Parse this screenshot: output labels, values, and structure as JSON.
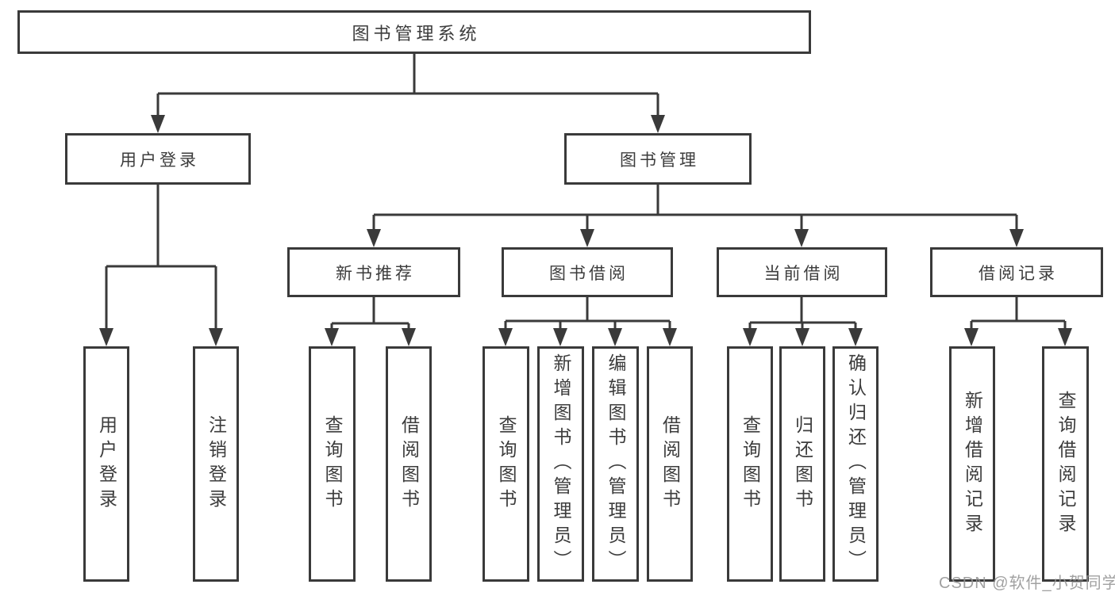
{
  "diagram": {
    "root": {
      "label": "图书管理系统"
    },
    "branches": [
      {
        "label": "用户登录",
        "children": [
          {
            "label": "用户登录"
          },
          {
            "label": "注销登录"
          }
        ]
      },
      {
        "label": "图书管理",
        "children": [
          {
            "label": "新书推荐",
            "children": [
              {
                "label": "查询图书"
              },
              {
                "label": "借阅图书"
              }
            ]
          },
          {
            "label": "图书借阅",
            "children": [
              {
                "label": "查询图书"
              },
              {
                "label": "新增图书（管理员）"
              },
              {
                "label": "编辑图书（管理员）"
              },
              {
                "label": "借阅图书"
              }
            ]
          },
          {
            "label": "当前借阅",
            "children": [
              {
                "label": "查询图书"
              },
              {
                "label": "归还图书"
              },
              {
                "label": "确认归还（管理员）"
              }
            ]
          },
          {
            "label": "借阅记录",
            "children": [
              {
                "label": "新增借阅记录"
              },
              {
                "label": "查询借阅记录"
              }
            ]
          }
        ]
      }
    ]
  },
  "watermark": {
    "text": "CSDN @软件_小贺同学"
  },
  "colors": {
    "line": "#3a3a3a",
    "box_border": "#3a3a3a",
    "text": "#3c3c3c",
    "watermark": "#949494",
    "background": "#ffffff"
  }
}
